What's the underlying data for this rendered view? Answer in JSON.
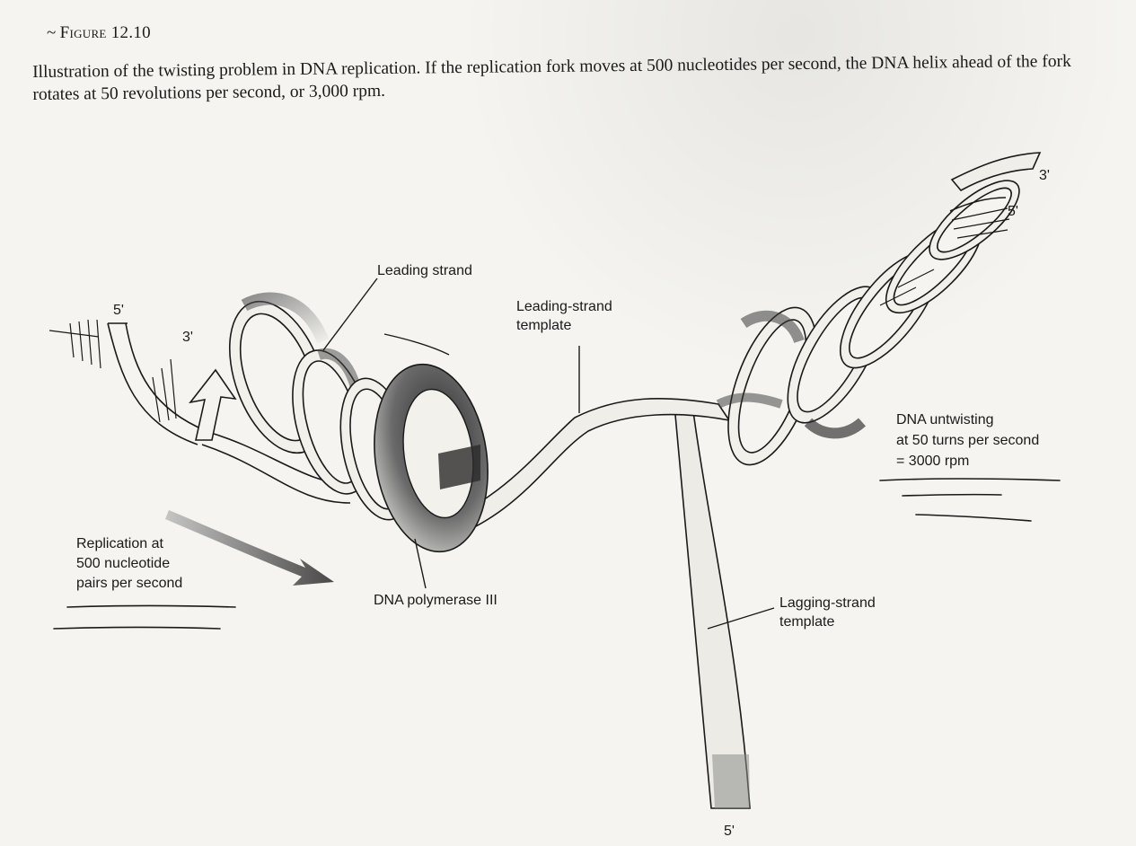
{
  "figure": {
    "prefix": "~",
    "label": "Figure 12.10",
    "caption": "Illustration of the twisting problem in DNA replication. If the replication fork moves at 500 nucleotides per second, the DNA helix ahead of the fork rotates at 50 revolutions per second, or 3,000 rpm."
  },
  "diagram": {
    "labels": {
      "leading_strand": "Leading strand",
      "leading_template_1": "Leading-strand",
      "leading_template_2": "template",
      "five_prime_left": "5'",
      "three_prime_left": "3'",
      "three_prime_right": "3'",
      "five_prime_right": "5'",
      "five_prime_bottom": "5'",
      "untwist_1": "DNA untwisting",
      "untwist_2": "at 50 turns per second",
      "untwist_3": "= 3000 rpm",
      "replication_1": "Replication at",
      "replication_2": "500 nucleotide",
      "replication_3": "pairs per second",
      "polymerase": "DNA polymerase III",
      "lagging_template_1": "Lagging-strand",
      "lagging_template_2": "template"
    }
  }
}
